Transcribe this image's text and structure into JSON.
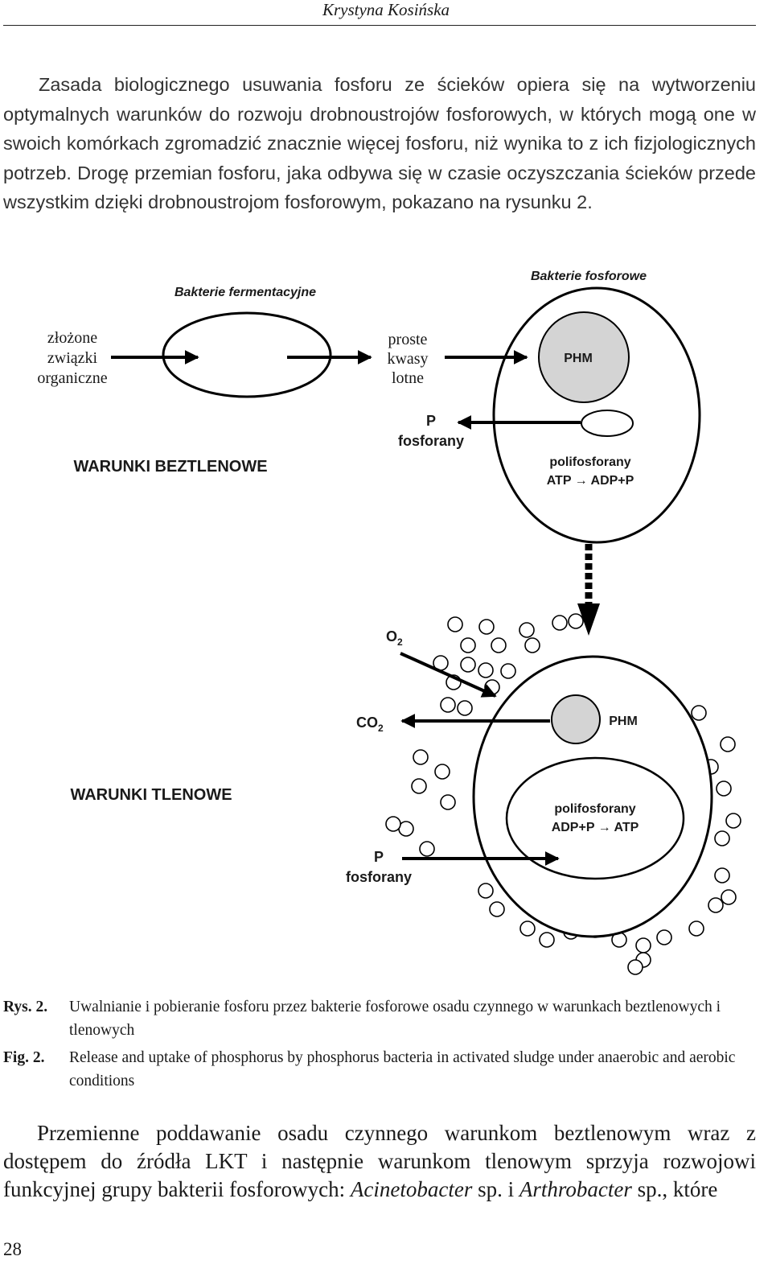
{
  "header": {
    "author": "Krystyna Kosińska"
  },
  "paragraph1": {
    "text": "Zasada biologicznego usuwania fosforu ze ścieków opiera się na wytworzeniu optymalnych warunków do rozwoju drobnoustrojów fosforowych, w których mogą one w swoich komórkach zgromadzić znacznie więcej fosforu, niż wynika to z ich fizjologicznych potrzeb. Drogę przemian fosforu, jaka odbywa się w czasie oczyszczania ścieków przede wszystkim dzięki drobnoustrojom fosforowym, pokazano na rysunku 2."
  },
  "figure": {
    "bakterie_fermentacyjne": "Bakterie fermentacyjne",
    "bakterie_fosforowe": "Bakterie fosforowe",
    "zlozone_line1": "złożone",
    "zlozone_line2": "związki",
    "zlozone_line3": "organiczne",
    "proste_line1": "proste",
    "proste_line2": "kwasy",
    "proste_line3": "lotne",
    "phm_top": "PHM",
    "p_top": "P",
    "fosforany_top": "fosforany",
    "warunki_beztlenowe": "WARUNKI BEZTLENOWE",
    "polifosforany_top": "polifosforany",
    "reaction_top": "ATP → ADP+P",
    "o2": "O",
    "o2_sub": "2",
    "co2": "CO",
    "co2_sub": "2",
    "phm_bottom": "PHM",
    "warunki_tlenowe": "WARUNKI TLENOWE",
    "polifosforany_bottom": "polifosforany",
    "reaction_bottom": "ADP+P → ATP",
    "p_bottom": "P",
    "fosforany_bottom": "fosforany"
  },
  "caption_pl": {
    "label": "Rys. 2.",
    "text": "Uwalnianie i pobieranie fosforu przez bakterie fosforowe osadu czynnego w warunkach beztlenowych i tlenowych"
  },
  "caption_en": {
    "label": "Fig. 2.",
    "text": "Release and uptake of phosphorus by phosphorus bacteria in activated sludge under anaerobic and aerobic conditions"
  },
  "paragraph2": {
    "text_before": "Przemienne poddawanie osadu czynnego warunkom beztlenowym wraz z dostępem do źródła LKT i następnie warunkom tlenowym sprzyja rozwojowi funkcyjnej grupy bakterii fosforowych: ",
    "genus1": "Acinetobacter",
    "mid": " sp. i ",
    "genus2": "Arthrobacter",
    "text_after": " sp., które"
  },
  "page_number": "28"
}
